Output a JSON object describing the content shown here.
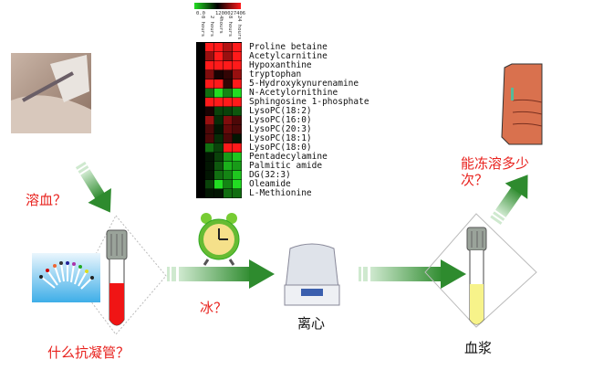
{
  "labels": {
    "hemolysis": "溶血？",
    "anticoagulant": "什么抗凝管？",
    "ice": "冰？",
    "centrifuge": "离心",
    "plasma": "血浆",
    "freeze_thaw_line1": "能冻溶多少",
    "freeze_thaw_line2": "次？"
  },
  "heatmap": {
    "scale_min": "0.0",
    "scale_max": "1200027406",
    "colors": {
      "low": "#22dd22",
      "mid": "#000000",
      "high": "#ff1a1a"
    },
    "columns": [
      "0 hours",
      "2 hours",
      "4hours",
      "8 hours",
      "24 hours"
    ],
    "rows": [
      "Proline betaine",
      "Acetylcarnitine",
      "Hypoxanthine",
      "tryptophan",
      "5-Hydroxykynurenamine",
      "N-Acetylornithine",
      "Sphingosine 1-phosphate",
      "LysoPC(18:2)",
      "LysoPC(16:0)",
      "LysoPC(20:3)",
      "LysoPC(18:1)",
      "LysoPC(18:0)",
      "Pentadecylamine",
      "Palmitic amide",
      "DG(32:3)",
      "Oleamide",
      "L-Methionine"
    ],
    "values": [
      [
        0,
        1,
        1,
        0.7,
        1
      ],
      [
        0,
        0.6,
        1,
        0.6,
        1
      ],
      [
        0,
        1,
        1,
        1,
        1
      ],
      [
        0,
        0.5,
        0.1,
        0.2,
        0.6
      ],
      [
        0,
        1,
        1,
        0.2,
        1
      ],
      [
        0,
        -0.5,
        -1,
        -0.6,
        -1
      ],
      [
        0,
        1,
        1,
        1,
        1
      ],
      [
        0,
        0.1,
        -0.3,
        -0.3,
        -0.4
      ],
      [
        0,
        0.6,
        -0.2,
        0.5,
        0.3
      ],
      [
        0,
        0.3,
        -0.1,
        0.4,
        0.3
      ],
      [
        0,
        0.3,
        -0.2,
        0.3,
        -0.1
      ],
      [
        0,
        -0.5,
        -0.3,
        1,
        1
      ],
      [
        0,
        -0.1,
        -0.3,
        -0.7,
        -0.9
      ],
      [
        0,
        -0.1,
        -0.4,
        -0.8,
        -0.7
      ],
      [
        0,
        -0.1,
        -0.5,
        -0.6,
        -0.9
      ],
      [
        0,
        -0.3,
        -1,
        -0.6,
        -1
      ],
      [
        0,
        -0.1,
        -0.1,
        -0.5,
        -0.5
      ]
    ]
  }
}
